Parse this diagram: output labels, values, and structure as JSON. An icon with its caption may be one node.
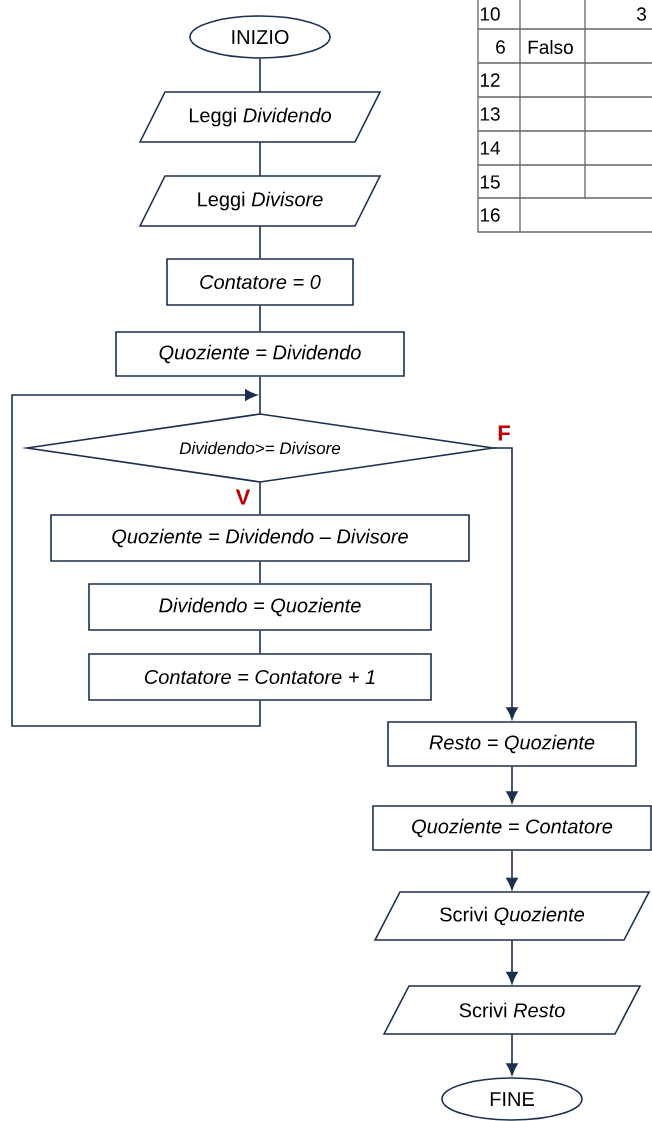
{
  "diagram": {
    "nodes": [
      {
        "text": [
          "INIZIO"
        ]
      },
      {
        "text": [
          "Leggi *Dividendo*"
        ]
      },
      {
        "text": [
          "Leggi *Divisore*"
        ]
      },
      {
        "text": [
          "Contatore = 0"
        ]
      },
      {
        "text": [
          "Quoziente = Dividendo"
        ]
      },
      {
        "text": [
          "Dividendo>= Divisore"
        ]
      },
      {
        "text": [
          "Quoziente = Dividendo – Divisore"
        ]
      },
      {
        "text": [
          "Dividendo = Quoziente"
        ]
      },
      {
        "text": [
          "Contatore = Contatore + 1"
        ]
      },
      {
        "text": [
          "Resto = Quoziente"
        ]
      },
      {
        "text": [
          "Quoziente = Contatore"
        ]
      },
      {
        "text": [
          "Scrivi *Quoziente*"
        ]
      },
      {
        "text": [
          "Scrivi *Resto*"
        ]
      },
      {
        "text": [
          "FINE"
        ]
      }
    ],
    "edges": [
      {
        "from": 0,
        "to": 1,
        "arrow": "none"
      },
      {
        "from": 1,
        "to": 2,
        "arrow": "none"
      },
      {
        "from": 2,
        "to": 3,
        "arrow": "none"
      },
      {
        "from": 3,
        "to": 4,
        "arrow": "none"
      },
      {
        "from": 4,
        "to": 5,
        "arrow": "none"
      },
      {
        "from": 5,
        "to": 6,
        "arrow": "none",
        "label": "V"
      },
      {
        "from": 6,
        "to": 7,
        "arrow": "none"
      },
      {
        "from": 7,
        "to": 8,
        "arrow": "none"
      },
      {
        "from": 8,
        "to": 5,
        "arrow": "to"
      },
      {
        "from": 5,
        "to": 9,
        "arrow": "to",
        "label": "F"
      },
      {
        "from": 9,
        "to": 10,
        "arrow": "to"
      },
      {
        "from": 10,
        "to": 11,
        "arrow": "to"
      },
      {
        "from": 11,
        "to": 12,
        "arrow": "to"
      },
      {
        "from": 12,
        "to": 13,
        "arrow": "to"
      }
    ],
    "labels": [
      "10",
      "3",
      "6",
      "Falso",
      "12",
      "13",
      "14",
      "15",
      "16"
    ]
  }
}
